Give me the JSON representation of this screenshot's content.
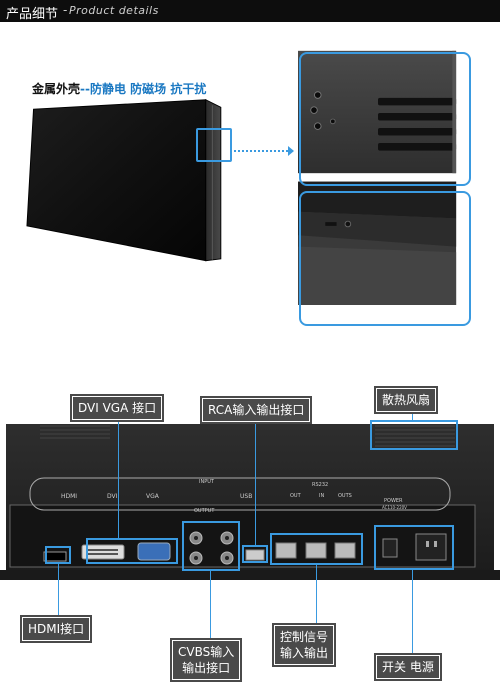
{
  "header": {
    "title_cn": "产品细节",
    "separator": "-",
    "title_en": "Product details"
  },
  "tagline": {
    "part1": "金属外壳",
    "part2": "--防静电 防磁场 抗干扰"
  },
  "callouts": {
    "dvi_vga": "DVI VGA  接口",
    "rca": "RCA输入输出接口",
    "fan": "散热风扇",
    "hdmi": "HDMI接口",
    "cvbs_line1": "CVBS输入",
    "cvbs_line2": "输出接口",
    "control_line1": "控制信号",
    "control_line2": "输入输出",
    "power": "开关  电源"
  },
  "panel_printing": {
    "hdmi": "HDMI",
    "dvi": "DVI",
    "vga": "VGA",
    "input": "INPUT",
    "output": "OUTPUT",
    "usb": "USB",
    "rs232": "RS232",
    "out": "OUT",
    "in": "IN",
    "outr": "OUTS",
    "power": "POWER",
    "power_spec": "AC110-220V"
  },
  "colors": {
    "accent": "#3a9ae0",
    "tagline_blue": "#1a78c2",
    "label_bg": "#4a4a4a",
    "header_bg": "#0d0d0d"
  }
}
